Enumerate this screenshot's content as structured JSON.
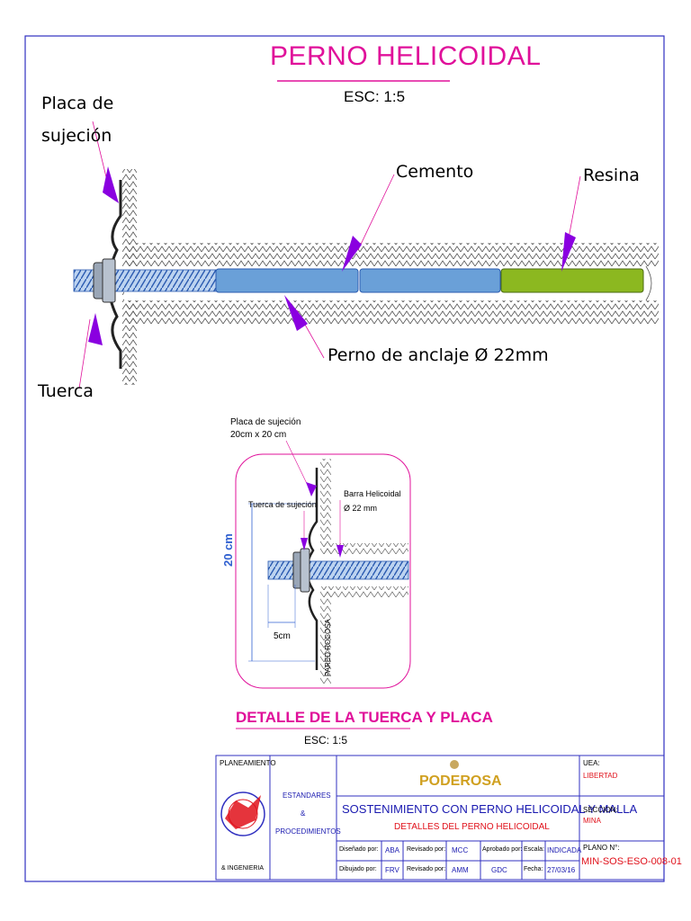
{
  "title": "PERNO  HELICOIDAL",
  "scale": "ESC:  1:5",
  "labels": {
    "placa_line1": "Placa de",
    "placa_line2": "sujeción",
    "cemento": "Cemento",
    "resina": "Resina",
    "perno": "Perno de anclaje Ø 22mm",
    "tuerca": "Tuerca"
  },
  "detail": {
    "placa_line1": "Placa de sujeción",
    "placa_line2": "20cm x 20 cm",
    "tuerca": "Tuerca de sujeción",
    "barra_line1": "Barra Helicoidal",
    "barra_line2": "Ø 22 mm",
    "dim_20": "20 cm",
    "dim_5": "5cm",
    "pared": "PARED ROCOSA",
    "title": "DETALLE DE LA TUERCA Y PLACA",
    "scale": "ESC:  1:5"
  },
  "title_block": {
    "planeamiento": "PLANEAMIENTO",
    "ingenieria": "& INGENIERIA",
    "estandares_1": "ESTANDARES",
    "estandares_2": "&",
    "estandares_3": "PROCEDIMIENTOS",
    "company": "PODEROSA",
    "main_title": "SOSTENIMIENTO CON PERNO HELICOIDAL Y MALLA",
    "sub_title": "DETALLES DEL PERNO HELICOIDAL",
    "uea_label": "UEA:",
    "uea_value": "LIBERTAD",
    "seccion_label": "SECCION:",
    "seccion_value": "MINA",
    "plano_label": "PLANO N°:",
    "plano_value": "MIN-SOS-ESO-008-01",
    "disenado_label": "Diseñado por:",
    "disenado_value": "ABA",
    "revisado1_label": "Revisado por:",
    "revisado1_value": "MCC",
    "aprobado_label": "Aprobado por:",
    "escala_label": "Escala:",
    "escala_value": "INDICADA",
    "dibujado_label": "Dibujado por:",
    "dibujado_value": "FRV",
    "revisado2_label": "Revisado por:",
    "revisado2_value": "AMM",
    "aprobado_value": "GDC",
    "fecha_label": "Fecha:",
    "fecha_value": "27/03/16"
  },
  "colors": {
    "magenta": "#e0109a",
    "arrow": "#8a00e0",
    "cement": "#6aa0d8",
    "resin": "#8cb820",
    "border": "#3030c0"
  }
}
